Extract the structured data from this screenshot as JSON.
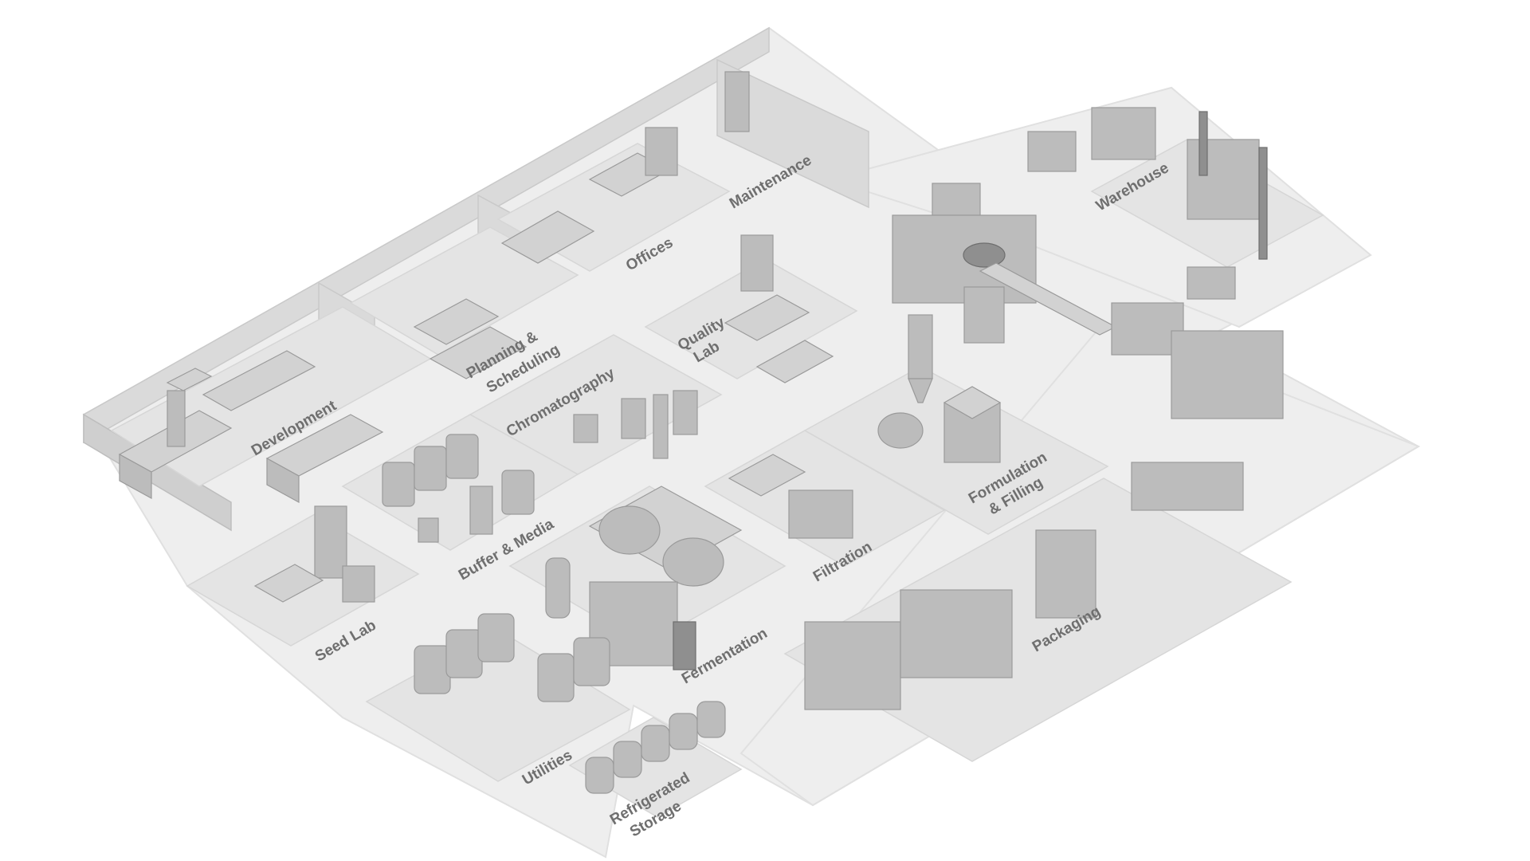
{
  "zones": {
    "development": "Development",
    "planning_1": "Planning &",
    "planning_2": "Scheduling",
    "offices": "Offices",
    "maintenance": "Maintenance",
    "warehouse": "Warehouse",
    "quality_1": "Quality",
    "quality_2": "Lab",
    "chromatography": "Chromatography",
    "formulation_1": "Formulation",
    "formulation_2": "& Filling",
    "buffer_media": "Buffer & Media",
    "filtration": "Filtration",
    "seed_lab": "Seed Lab",
    "fermentation": "Fermentation",
    "packaging": "Packaging",
    "utilities": "Utilities",
    "refrigerated_1": "Refrigerated",
    "refrigerated_2": "Storage"
  },
  "colors": {
    "floor": "#eeeeee",
    "zone": "#e4e4e4",
    "equipment": "#bcbcbc",
    "label": "#6f6f6f"
  }
}
